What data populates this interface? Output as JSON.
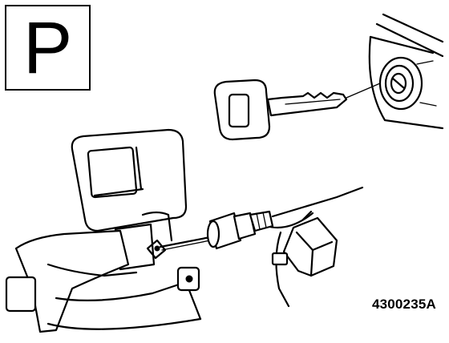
{
  "figure": {
    "mode_symbol": "P",
    "figure_code": "4300235A",
    "colors": {
      "ink": "#000000",
      "paper": "#ffffff"
    },
    "parts": [
      "park-indicator-box",
      "ignition-key",
      "ignition-lock-cylinder",
      "shift-lever",
      "shift-lock-cable",
      "cable-end-fitting",
      "bracket"
    ]
  }
}
